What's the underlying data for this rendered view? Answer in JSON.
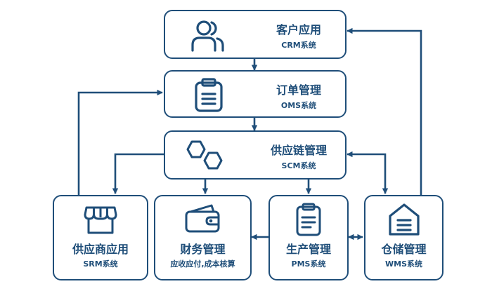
{
  "nodes": {
    "crm": {
      "title": "客户应用",
      "sub": "CRM系统",
      "icon": "users-icon"
    },
    "oms": {
      "title": "订单管理",
      "sub": "OMS系统",
      "icon": "clipboard-list-icon"
    },
    "scm": {
      "title": "供应链管理",
      "sub": "SCM系统",
      "icon": "hexagon-link-icon"
    },
    "srm": {
      "title": "供应商应用",
      "sub": "SRM系统",
      "icon": "storefront-icon"
    },
    "fin": {
      "title": "财务管理",
      "sub": "应收应付,成本核算",
      "icon": "wallet-icon"
    },
    "pms": {
      "title": "生产管理",
      "sub": "PMS系统",
      "icon": "clipboard-icon"
    },
    "wms": {
      "title": "仓储管理",
      "sub": "WMS系统",
      "icon": "warehouse-icon"
    }
  },
  "colors": {
    "primary": "#1f4e79"
  }
}
